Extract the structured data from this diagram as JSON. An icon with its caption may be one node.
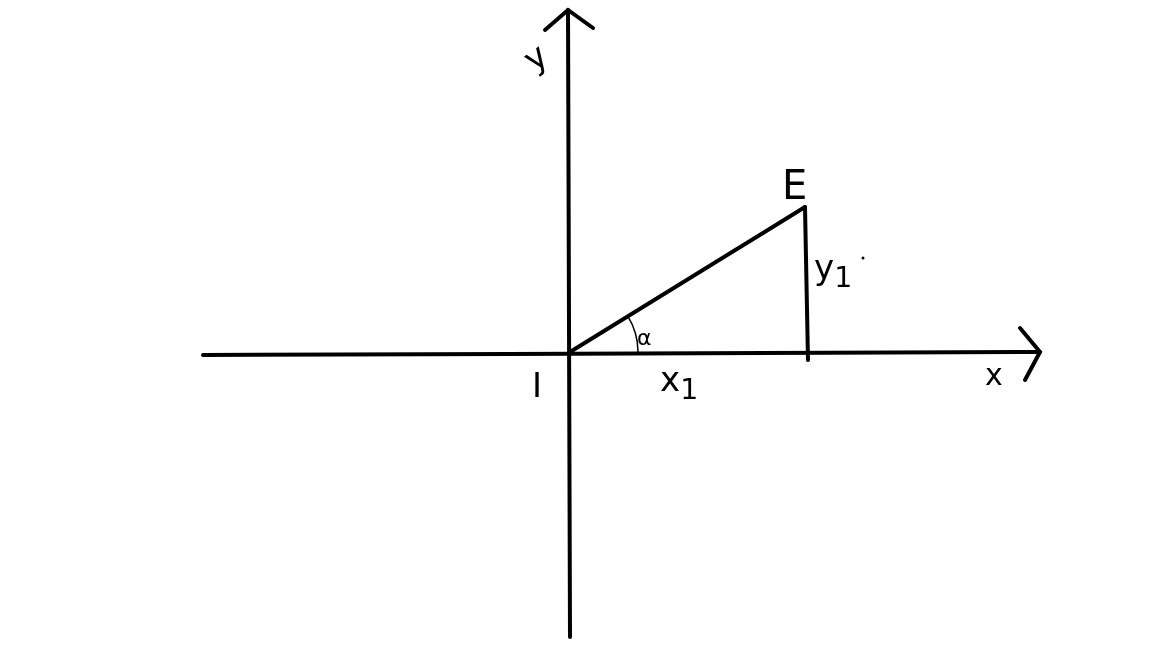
{
  "diagram": {
    "labels": [
      "y",
      "E",
      "y$_{1}$",
      "α",
      "I",
      "x$_{1}$",
      "x"
    ]
  }
}
